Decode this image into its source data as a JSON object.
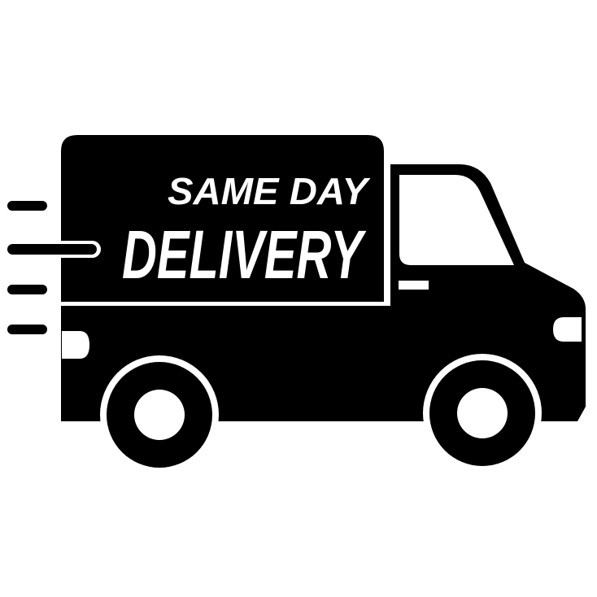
{
  "image": {
    "subject": "delivery-truck-icon",
    "background_color": "#ffffff",
    "ink_color": "#000000",
    "text_color": "#ffffff"
  },
  "truck": {
    "label_line1": "SAME DAY",
    "label_line2": "DELIVERY"
  },
  "speed_lines": {
    "count": 4
  }
}
